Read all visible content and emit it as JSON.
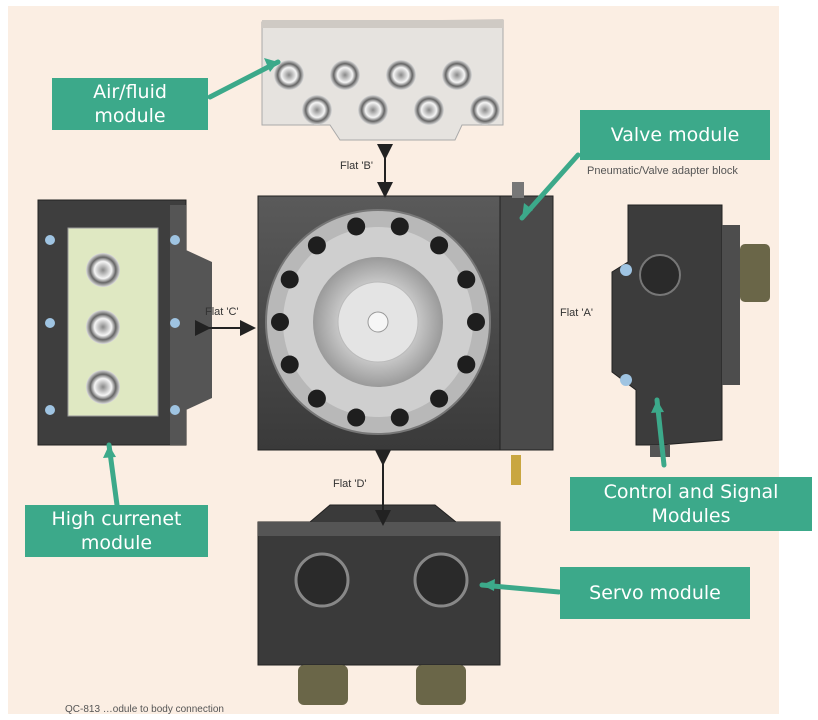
{
  "labels": {
    "air_fluid": "Air/fluid module",
    "valve": "Valve module",
    "high_current": "High currenet module",
    "control_signal": "Control and Signal Modules",
    "servo": "Servo module"
  },
  "flats": {
    "a": "Flat 'A'",
    "b": "Flat 'B'",
    "c": "Flat 'C'",
    "d": "Flat 'D'"
  },
  "adapter_note": "Pneumatic/Valve adapter block",
  "caption_fragment": "QC-813 …odule to body connection",
  "colors": {
    "callout_fill": "#3ca98a",
    "arrow_color": "#3ca98a",
    "panel_background": "#fbeee3"
  }
}
